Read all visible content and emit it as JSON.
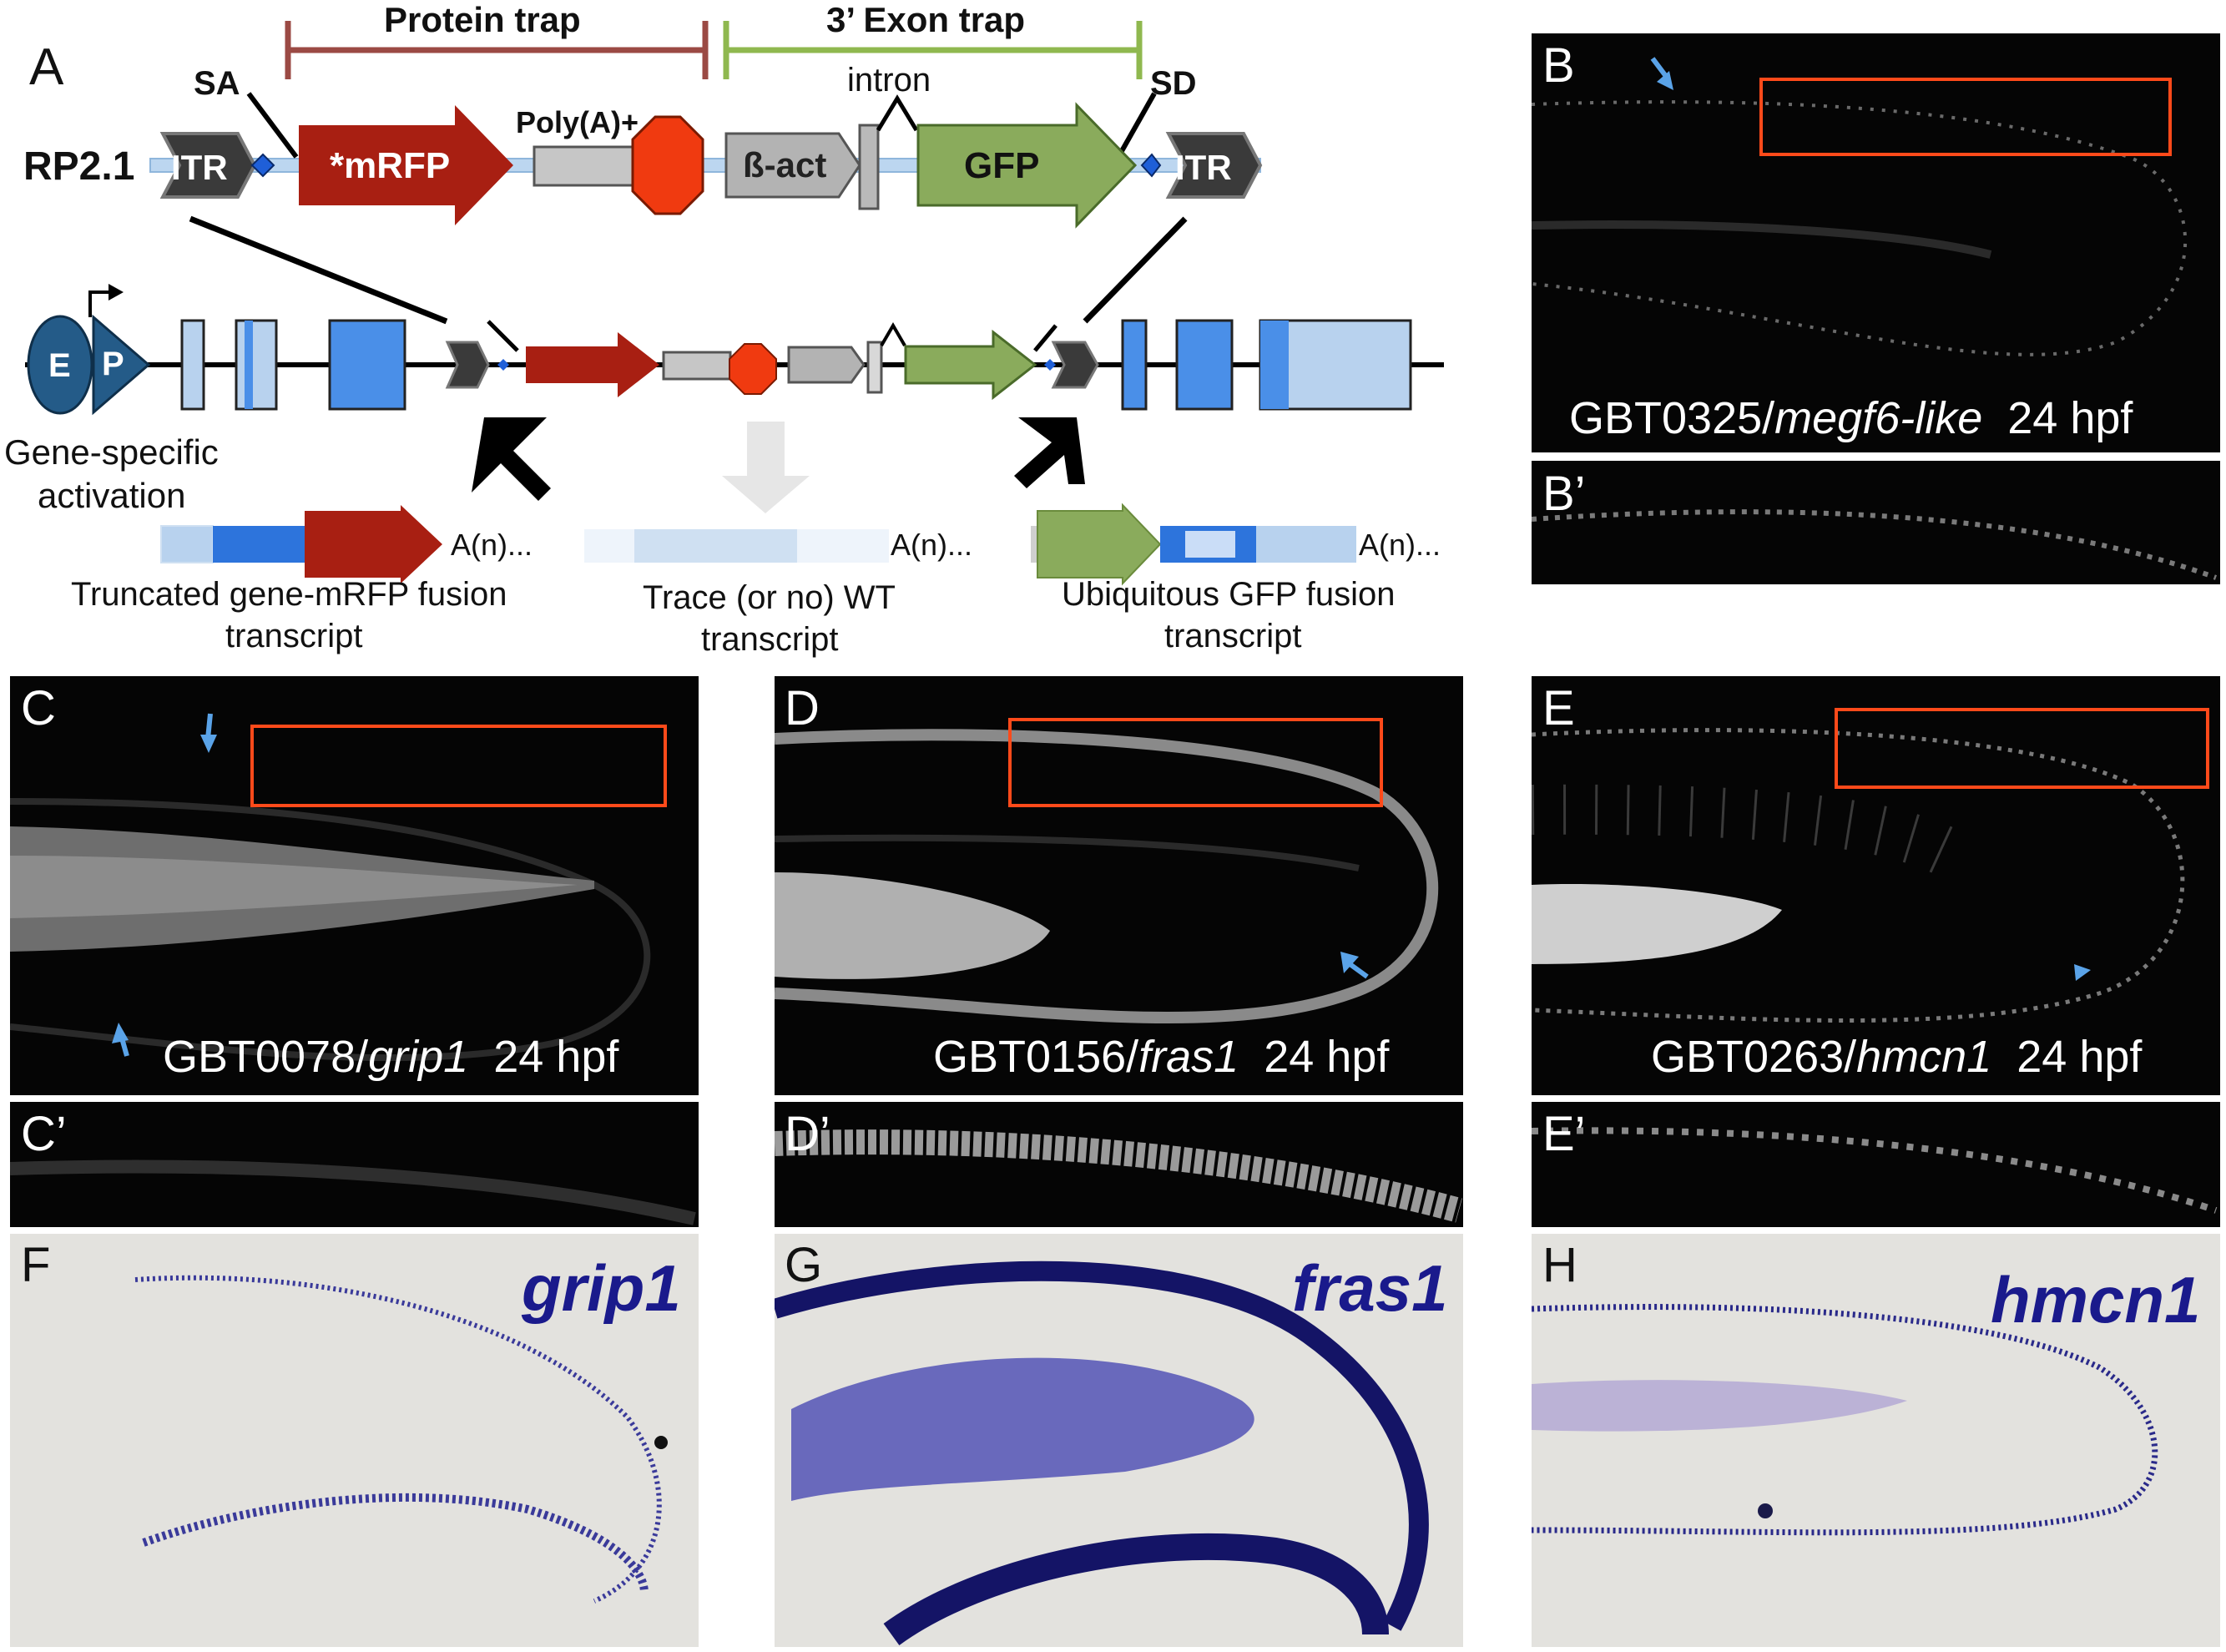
{
  "panelA": {
    "label": "A",
    "protein_trap": "Protein trap",
    "exon_trap": "3’ Exon trap",
    "SA": "SA",
    "SD": "SD",
    "polyA": "Poly(A)+",
    "intron": "intron",
    "construct": "RP2.1",
    "ITR": "ITR",
    "mRFP": "*mRFP",
    "bact": "ß-act",
    "GFP": "GFP",
    "E": "E",
    "P": "P",
    "gene_specific_1": "Gene-specific",
    "gene_specific_2": "activation",
    "An": "A(n)...",
    "trunc_1": "Truncated gene-mRFP fusion",
    "trunc_2": "transcript",
    "trace_1": "Trace (or no) WT",
    "trace_2": "transcript",
    "ubiq_1": "Ubiquitous GFP fusion",
    "ubiq_2": "transcript"
  },
  "panels": {
    "B": {
      "label": "B",
      "sub": "B’",
      "line": "GBT0325/",
      "gene": "megf6-like",
      "stage": "24 hpf"
    },
    "C": {
      "label": "C",
      "sub": "C’",
      "line": "GBT0078/",
      "gene": "grip1",
      "stage": "24 hpf"
    },
    "D": {
      "label": "D",
      "sub": "D’",
      "line": "GBT0156/",
      "gene": "fras1",
      "stage": "24 hpf"
    },
    "E": {
      "label": "E",
      "sub": "E’",
      "line": "GBT0263/",
      "gene": "hmcn1",
      "stage": "24 hpf"
    },
    "F": {
      "label": "F",
      "gene": "grip1"
    },
    "G": {
      "label": "G",
      "gene": "fras1"
    },
    "H": {
      "label": "H",
      "gene": "hmcn1"
    }
  },
  "colors": {
    "mrfp": "#a81f12",
    "gfp": "#8aab5c",
    "protein_trap_bar": "#9b4a44",
    "exon_trap_bar": "#8fb84f",
    "stop": "#f03a10",
    "itr": "#3a3a3a",
    "exon": "#4a8fe8",
    "ep": "#245b88",
    "arrow": "#5aa3e8",
    "box": "#ff4a1a",
    "ish_stain": "#1a1a8c"
  }
}
